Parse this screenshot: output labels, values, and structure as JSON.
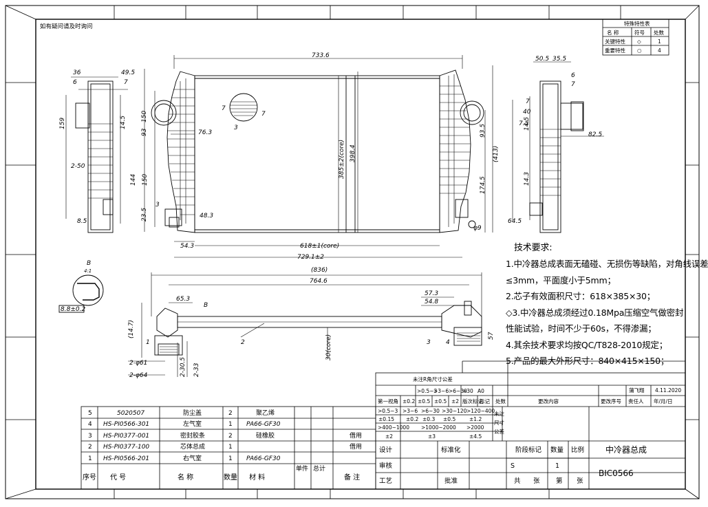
{
  "header_note": "如有疑问请及时询问",
  "special_table": {
    "title": "特殊特性表",
    "headers": [
      "名 称",
      "符号",
      "处数"
    ],
    "rows": [
      {
        "name": "关键特性",
        "symbol": "◇",
        "count": "1"
      },
      {
        "name": "重要特性",
        "symbol": "○",
        "count": "4"
      }
    ]
  },
  "front_view": {
    "dims": [
      "733.6",
      "76.3",
      "48.3",
      "93",
      "150",
      "144",
      "150",
      "23.5",
      "3",
      "93.5",
      "174.5",
      "385±2(core)",
      "398.4",
      "(413)",
      "54.3",
      "618±1(core)",
      "729.1±2"
    ],
    "callouts": [
      "7",
      "7",
      "3"
    ]
  },
  "left_view": {
    "dims": [
      "36",
      "49.5",
      "6",
      "7",
      "159",
      "14.5",
      "2-50",
      "8.5"
    ]
  },
  "right_view": {
    "dims": [
      "50.5",
      "35.5",
      "6",
      "7",
      "7",
      "40",
      "7.5",
      "14.5",
      "14.3",
      "82.5",
      "64.5"
    ]
  },
  "bottom_view": {
    "dims": [
      "(836)",
      "764.6",
      "65.3",
      "57.3",
      "54.8",
      "(14.7)",
      "30(core)",
      "57",
      "2-30.5",
      "2-33",
      "2-φ61",
      "2-φ64"
    ],
    "callouts": [
      "B",
      "1",
      "2",
      "3",
      "4"
    ],
    "detail_label": "B",
    "detail_scale": "4:1",
    "detail_dim": "8.8±0.2",
    "hole_dim": "φ9"
  },
  "tech_requirements": {
    "title": "技术要求:",
    "lines": [
      "1.中冷器总成表面无磕碰、无损伤等缺陷，对角线误差",
      "≤3mm，平面度小于5mm；",
      "2.芯子有效面积尺寸：618×385×30；",
      "◇3.中冷器总成须经过0.18Mpa压缩空气做密封",
      "性能试验，时间不少于60s，不得渗漏；",
      "4.其余技术要求均按QC/T828-2010规定；",
      "5.产品的最大外形尺寸：840×415×150；"
    ]
  },
  "tolerance_table": {
    "title": "未注R角尺寸公差",
    "ranges": [
      ">0.5~3",
      ">3~6",
      ">6~30",
      ">30",
      "A0"
    ],
    "header_row": [
      "第一视角",
      "±0.2",
      "±0.5",
      "±0.5",
      "±2",
      "版次标记",
      "标记",
      "处数",
      "更改内容",
      "更改序号",
      "责任人",
      "年/月/日"
    ],
    "lin_ranges": [
      ">0.5~3",
      ">3~6",
      ">6~30",
      ">30~120",
      ">120~400"
    ],
    "lin_tols": [
      "±0.15",
      "±0.2",
      "±0.3",
      "±0.5",
      "±1.2"
    ],
    "lin2_ranges": [
      ">400~1000",
      ">1000~2000",
      ">2000"
    ],
    "lin2_tols": [
      "±2",
      "±3",
      "±4.5"
    ],
    "unmarked_label": [
      "未注",
      "尺寸",
      "公差"
    ],
    "rev_person": "蒲飞翔",
    "rev_date": "4.11.2020"
  },
  "bom": {
    "rows": [
      {
        "no": "5",
        "code": "5020507",
        "name": "防尘盖",
        "qty": "2",
        "material": "聚乙烯",
        "remark": ""
      },
      {
        "no": "4",
        "code": "HS-PI0566-301",
        "name": "左气室",
        "qty": "1",
        "material": "PA66-GF30",
        "remark": ""
      },
      {
        "no": "3",
        "code": "HS-PI0377-001",
        "name": "密封胶条",
        "qty": "2",
        "material": "硅橡胶",
        "remark": "借用"
      },
      {
        "no": "2",
        "code": "HS-PI0377-100",
        "name": "芯体总成",
        "qty": "1",
        "material": "",
        "remark": "借用"
      },
      {
        "no": "1",
        "code": "HS-PI0566-201",
        "name": "右气室",
        "qty": "1",
        "material": "PA66-GF30",
        "remark": ""
      }
    ],
    "headers": {
      "no": "序号",
      "code": "代  号",
      "name": "名  称",
      "qty": "数量",
      "material": "材  料",
      "unit": "单件",
      "total": "总计",
      "remark": "备 注"
    }
  },
  "title_block": {
    "design": "设计",
    "check": "审核",
    "process": "工艺",
    "standard": "标准化",
    "approve": "批准",
    "stage": "阶段标记",
    "quantity": "数量",
    "scale": "比例",
    "stage_value": "S",
    "quantity_value": "1",
    "part_name": "中冷器总成",
    "part_no": "BIC0566",
    "sheets_total": "共",
    "sheets_label": "张",
    "sheet_no": "第",
    "sheet_label": "张"
  }
}
